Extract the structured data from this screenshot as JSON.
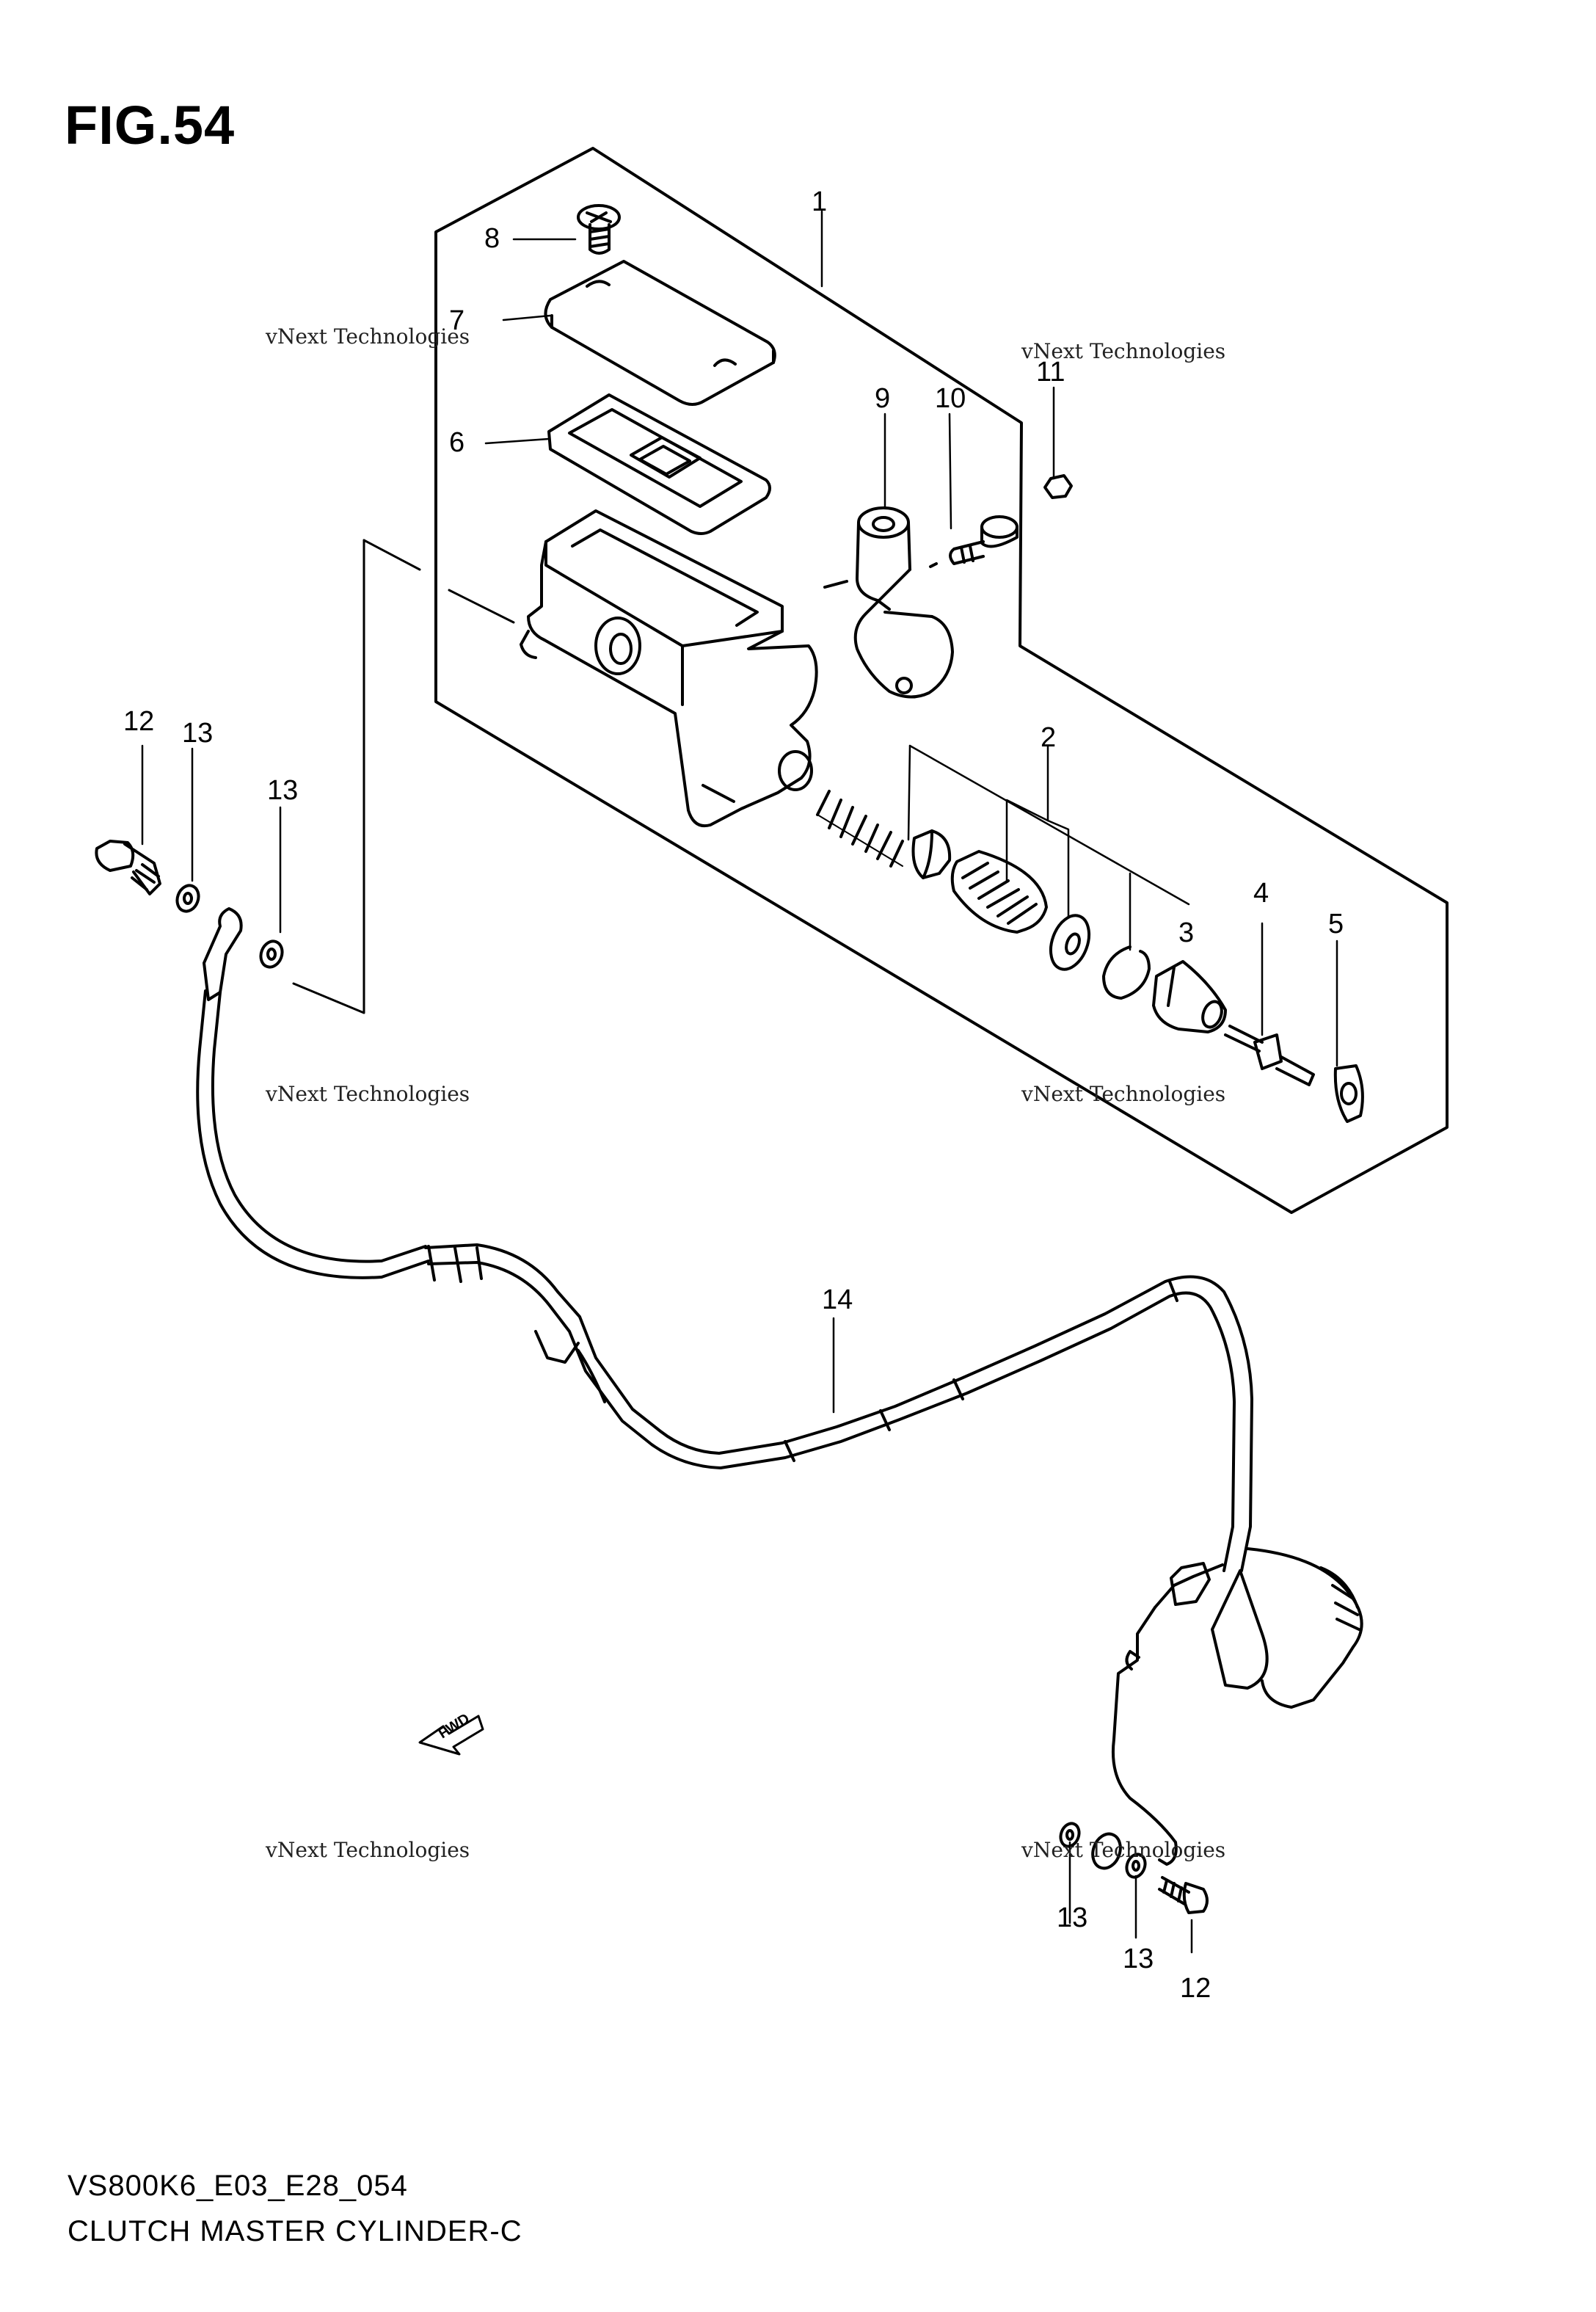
{
  "figure": {
    "title": "FIG.54",
    "model_code": "VS800K6_E03_E28_054",
    "part_name": "CLUTCH MASTER CYLINDER-C"
  },
  "callouts": [
    {
      "id": "c1",
      "label": "1"
    },
    {
      "id": "c2",
      "label": "2"
    },
    {
      "id": "c3",
      "label": "3"
    },
    {
      "id": "c4",
      "label": "4"
    },
    {
      "id": "c5",
      "label": "5"
    },
    {
      "id": "c6",
      "label": "6"
    },
    {
      "id": "c7",
      "label": "7"
    },
    {
      "id": "c8",
      "label": "8"
    },
    {
      "id": "c9",
      "label": "9"
    },
    {
      "id": "c10",
      "label": "10"
    },
    {
      "id": "c11",
      "label": "11"
    },
    {
      "id": "c12a",
      "label": "12"
    },
    {
      "id": "c13a",
      "label": "13"
    },
    {
      "id": "c13b",
      "label": "13"
    },
    {
      "id": "c14",
      "label": "14"
    },
    {
      "id": "c13c",
      "label": "13"
    },
    {
      "id": "c13d",
      "label": "13"
    },
    {
      "id": "c12b",
      "label": "12"
    }
  ],
  "direction_marker": "FWD",
  "watermark": {
    "line1": "vNext Technologies",
    "line2": "vNext",
    "line3": "Technologies"
  }
}
